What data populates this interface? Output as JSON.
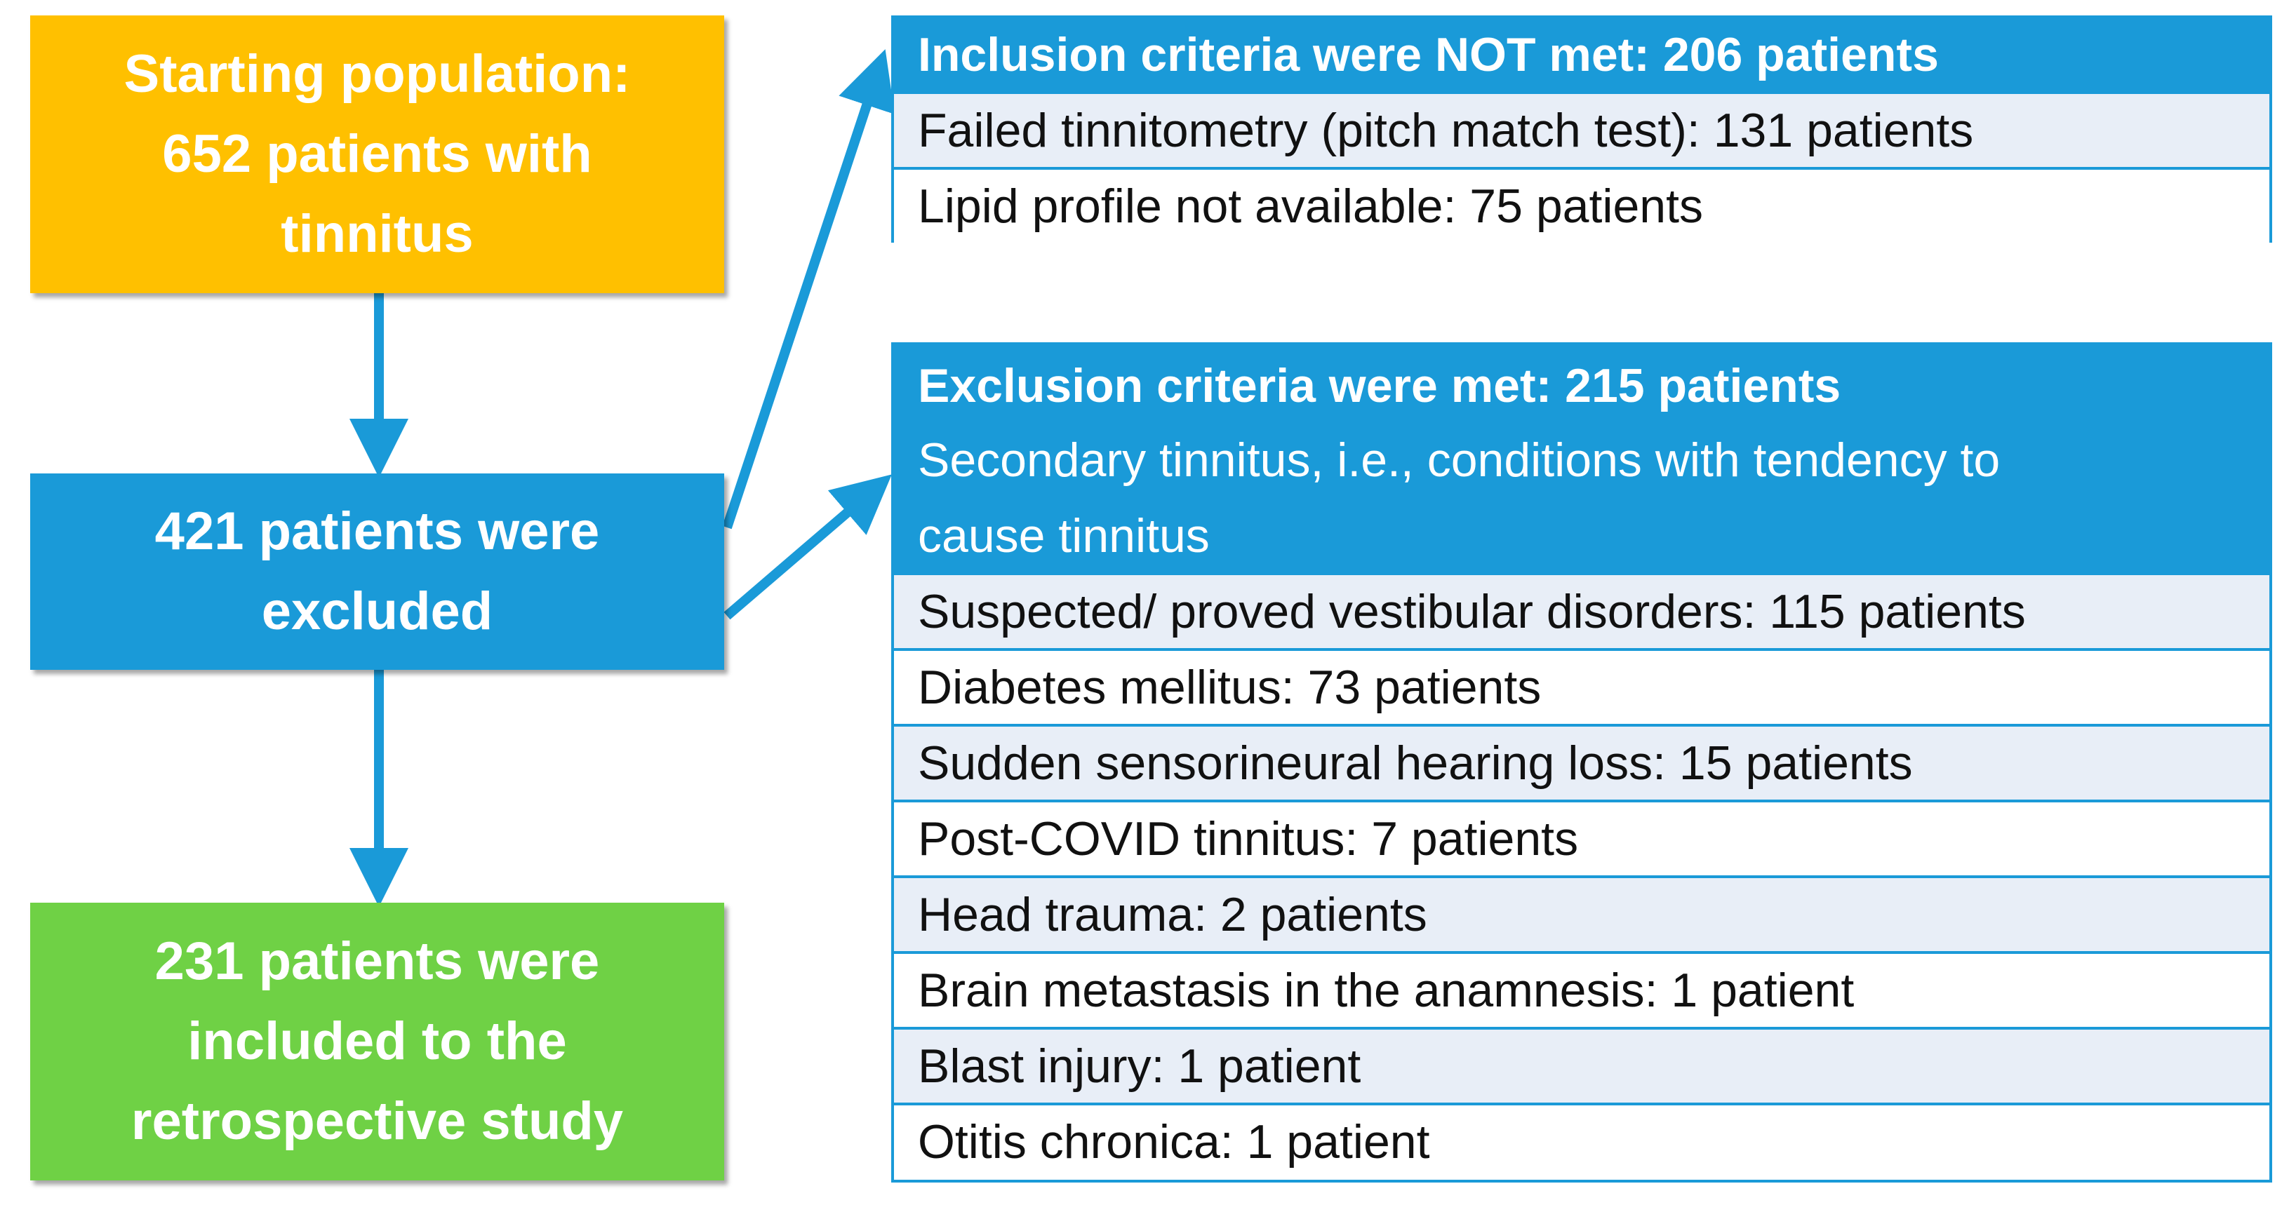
{
  "start_box": {
    "lines": [
      "Starting population:",
      "652 patients with",
      "tinnitus"
    ]
  },
  "excluded_box": {
    "lines": [
      "421 patients were",
      "excluded"
    ]
  },
  "included_box": {
    "lines": [
      "231 patients were",
      "included to the",
      "retrospective study"
    ]
  },
  "inclusion_panel": {
    "title": "Inclusion criteria were NOT met: 206 patients",
    "items": [
      "Failed tinnitometry (pitch match test): 131 patients",
      "Lipid profile not available: 75 patients"
    ]
  },
  "exclusion_panel": {
    "title": "Exclusion criteria were met: 215 patients",
    "subtitle_lines": [
      "Secondary tinnitus, i.e., conditions with tendency to",
      "cause tinnitus"
    ],
    "items": [
      "Suspected/ proved vestibular disorders: 115 patients",
      "Diabetes mellitus: 73 patients",
      "Sudden sensorineural hearing loss: 15 patients",
      "Post-COVID tinnitus: 7 patients",
      "Head trauma: 2 patients",
      "Brain metastasis in the anamnesis: 1 patient",
      "Blast injury: 1 patient",
      "Otitis chronica: 1 patient"
    ]
  },
  "colors": {
    "start": "#ffc000",
    "excluded": "#1a9ad8",
    "included": "#6fd145",
    "arrow": "#1a9ad8",
    "row_shade": "#e8eef7"
  }
}
